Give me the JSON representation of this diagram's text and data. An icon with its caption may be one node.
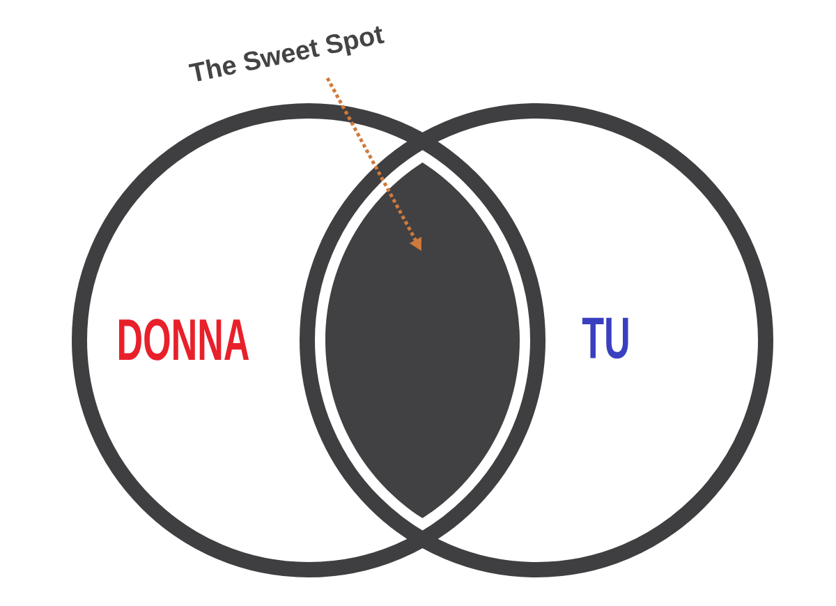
{
  "diagram": {
    "nodes": [
      {
        "text": [
          "DONNA"
        ]
      },
      {
        "text": [
          "TU"
        ]
      },
      {
        "text": [],
        "shape": "lens"
      },
      {
        "text": [
          "The Sweet Spot"
        ]
      }
    ],
    "edges": [
      {
        "from": 3,
        "to": 2,
        "arrow": "to",
        "style": "dashed",
        "color": "#d07a3a"
      }
    ]
  }
}
